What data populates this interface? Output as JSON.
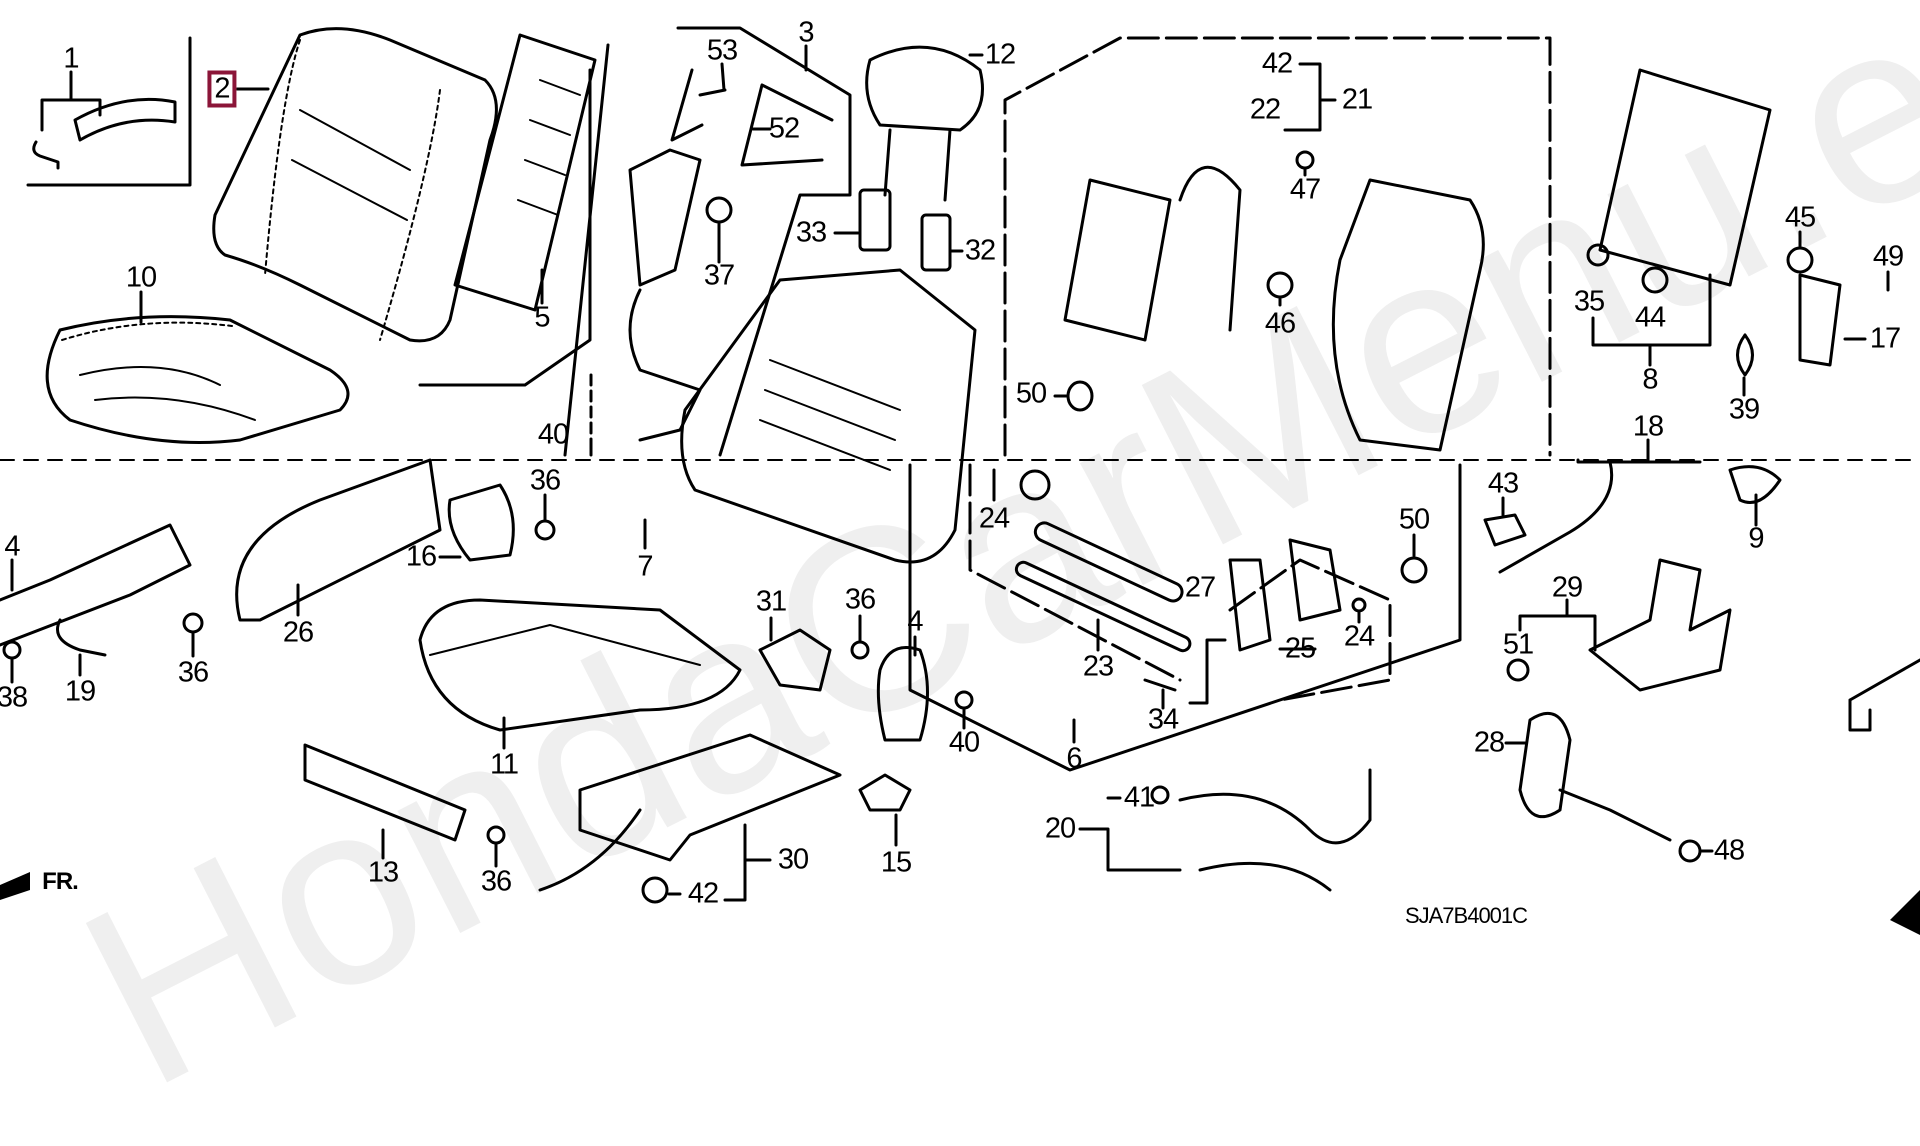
{
  "diagram": {
    "title": "Front seat components parts diagram",
    "code": "SJA7B4001C",
    "watermark": "HondaCarMenu.eu",
    "direction_marker": "FR.",
    "highlight_color": "#8b1538",
    "highlighted_part": "2",
    "callouts": [
      {
        "id": "c1",
        "text": "1"
      },
      {
        "id": "c2",
        "text": "2",
        "highlighted": true
      },
      {
        "id": "c3",
        "text": "3"
      },
      {
        "id": "c4a",
        "text": "4"
      },
      {
        "id": "c4b",
        "text": "4"
      },
      {
        "id": "c5",
        "text": "5"
      },
      {
        "id": "c6",
        "text": "6"
      },
      {
        "id": "c7",
        "text": "7"
      },
      {
        "id": "c8",
        "text": "8"
      },
      {
        "id": "c9",
        "text": "9"
      },
      {
        "id": "c10",
        "text": "10"
      },
      {
        "id": "c11",
        "text": "11"
      },
      {
        "id": "c12",
        "text": "12"
      },
      {
        "id": "c13",
        "text": "13"
      },
      {
        "id": "c15",
        "text": "15"
      },
      {
        "id": "c16",
        "text": "16"
      },
      {
        "id": "c17",
        "text": "17"
      },
      {
        "id": "c18",
        "text": "18"
      },
      {
        "id": "c19",
        "text": "19"
      },
      {
        "id": "c20",
        "text": "20"
      },
      {
        "id": "c21",
        "text": "21"
      },
      {
        "id": "c22",
        "text": "22"
      },
      {
        "id": "c23",
        "text": "23"
      },
      {
        "id": "c24a",
        "text": "24"
      },
      {
        "id": "c24b",
        "text": "24"
      },
      {
        "id": "c25",
        "text": "25"
      },
      {
        "id": "c26",
        "text": "26"
      },
      {
        "id": "c27",
        "text": "27"
      },
      {
        "id": "c28",
        "text": "28"
      },
      {
        "id": "c29",
        "text": "29"
      },
      {
        "id": "c30",
        "text": "30"
      },
      {
        "id": "c31",
        "text": "31"
      },
      {
        "id": "c32",
        "text": "32"
      },
      {
        "id": "c33",
        "text": "33"
      },
      {
        "id": "c34",
        "text": "34"
      },
      {
        "id": "c35",
        "text": "35"
      },
      {
        "id": "c36a",
        "text": "36"
      },
      {
        "id": "c36b",
        "text": "36"
      },
      {
        "id": "c36c",
        "text": "36"
      },
      {
        "id": "c36d",
        "text": "36"
      },
      {
        "id": "c37",
        "text": "37"
      },
      {
        "id": "c38",
        "text": "38"
      },
      {
        "id": "c39",
        "text": "39"
      },
      {
        "id": "c40a",
        "text": "40"
      },
      {
        "id": "c40b",
        "text": "40"
      },
      {
        "id": "c41",
        "text": "41"
      },
      {
        "id": "c42a",
        "text": "42"
      },
      {
        "id": "c42b",
        "text": "42"
      },
      {
        "id": "c43",
        "text": "43"
      },
      {
        "id": "c44",
        "text": "44"
      },
      {
        "id": "c45",
        "text": "45"
      },
      {
        "id": "c46",
        "text": "46"
      },
      {
        "id": "c47",
        "text": "47"
      },
      {
        "id": "c48",
        "text": "48"
      },
      {
        "id": "c49",
        "text": "49"
      },
      {
        "id": "c50a",
        "text": "50"
      },
      {
        "id": "c50b",
        "text": "50"
      },
      {
        "id": "c51",
        "text": "51"
      },
      {
        "id": "c52",
        "text": "52"
      },
      {
        "id": "c53",
        "text": "53"
      }
    ]
  }
}
